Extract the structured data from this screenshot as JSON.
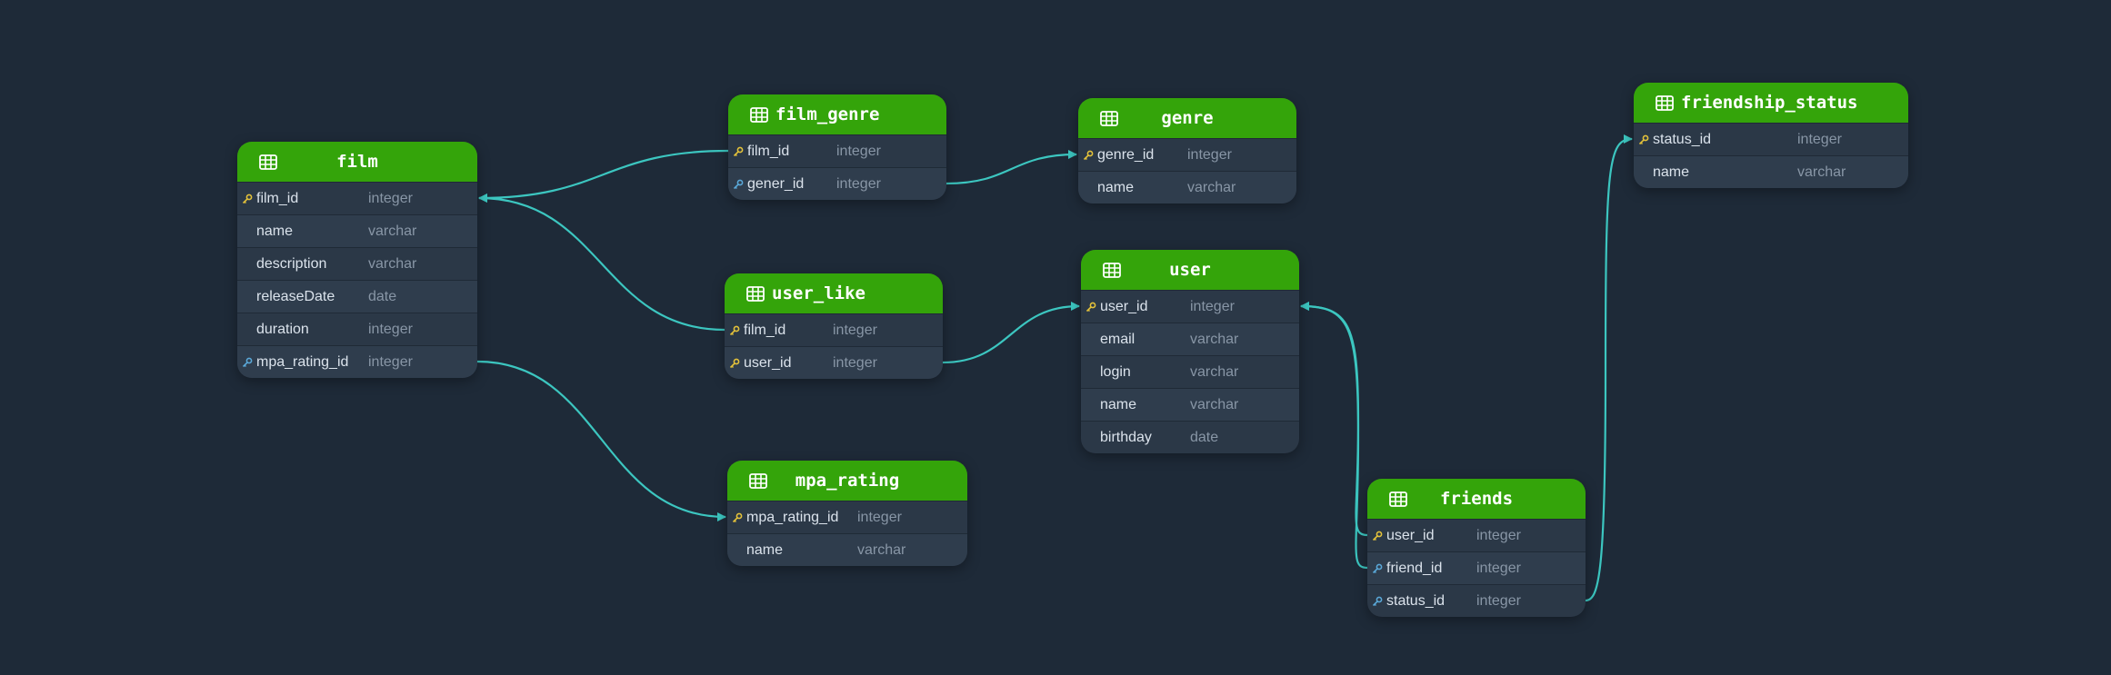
{
  "diagram": {
    "colors": {
      "background": "#1e2a38",
      "header": "#34a40a",
      "edge": "#3cc6c0",
      "primary_key": "#e4c23a",
      "foreign_key": "#5aa8d8"
    },
    "tables": [
      {
        "id": "film",
        "name": "film",
        "columns": [
          {
            "name": "film_id",
            "type": "integer",
            "key": "primary"
          },
          {
            "name": "name",
            "type": "varchar",
            "key": ""
          },
          {
            "name": "description",
            "type": "varchar",
            "key": ""
          },
          {
            "name": "releaseDate",
            "type": "date",
            "key": ""
          },
          {
            "name": "duration",
            "type": "integer",
            "key": ""
          },
          {
            "name": "mpa_rating_id",
            "type": "integer",
            "key": "foreign"
          }
        ]
      },
      {
        "id": "film_genre",
        "name": "film_genre",
        "columns": [
          {
            "name": "film_id",
            "type": "integer",
            "key": "primary"
          },
          {
            "name": "gener_id",
            "type": "integer",
            "key": "foreign"
          }
        ]
      },
      {
        "id": "genre",
        "name": "genre",
        "columns": [
          {
            "name": "genre_id",
            "type": "integer",
            "key": "primary"
          },
          {
            "name": "name",
            "type": "varchar",
            "key": ""
          }
        ]
      },
      {
        "id": "user_like",
        "name": "user_like",
        "columns": [
          {
            "name": "film_id",
            "type": "integer",
            "key": "primary"
          },
          {
            "name": "user_id",
            "type": "integer",
            "key": "primary"
          }
        ]
      },
      {
        "id": "user",
        "name": "user",
        "columns": [
          {
            "name": "user_id",
            "type": "integer",
            "key": "primary"
          },
          {
            "name": "email",
            "type": "varchar",
            "key": ""
          },
          {
            "name": "login",
            "type": "varchar",
            "key": ""
          },
          {
            "name": "name",
            "type": "varchar",
            "key": ""
          },
          {
            "name": "birthday",
            "type": "date",
            "key": ""
          }
        ]
      },
      {
        "id": "mpa_rating",
        "name": "mpa_rating",
        "columns": [
          {
            "name": "mpa_rating_id",
            "type": "integer",
            "key": "primary"
          },
          {
            "name": "name",
            "type": "varchar",
            "key": ""
          }
        ]
      },
      {
        "id": "friends",
        "name": "friends",
        "columns": [
          {
            "name": "user_id",
            "type": "integer",
            "key": "primary"
          },
          {
            "name": "friend_id",
            "type": "integer",
            "key": "foreign"
          },
          {
            "name": "status_id",
            "type": "integer",
            "key": "foreign"
          }
        ]
      },
      {
        "id": "friendship_status",
        "name": "friendship_status",
        "columns": [
          {
            "name": "status_id",
            "type": "integer",
            "key": "primary"
          },
          {
            "name": "name",
            "type": "varchar",
            "key": ""
          }
        ]
      }
    ],
    "relations": [
      {
        "from": "film_genre.film_id",
        "to": "film.film_id"
      },
      {
        "from": "user_like.film_id",
        "to": "film.film_id"
      },
      {
        "from": "film_genre.gener_id",
        "to": "genre.genre_id"
      },
      {
        "from": "user_like.user_id",
        "to": "user.user_id"
      },
      {
        "from": "film.mpa_rating_id",
        "to": "mpa_rating.mpa_rating_id"
      },
      {
        "from": "friends.user_id",
        "to": "user.user_id"
      },
      {
        "from": "friends.friend_id",
        "to": "user.user_id"
      },
      {
        "from": "friends.status_id",
        "to": "friendship_status.status_id"
      }
    ]
  }
}
